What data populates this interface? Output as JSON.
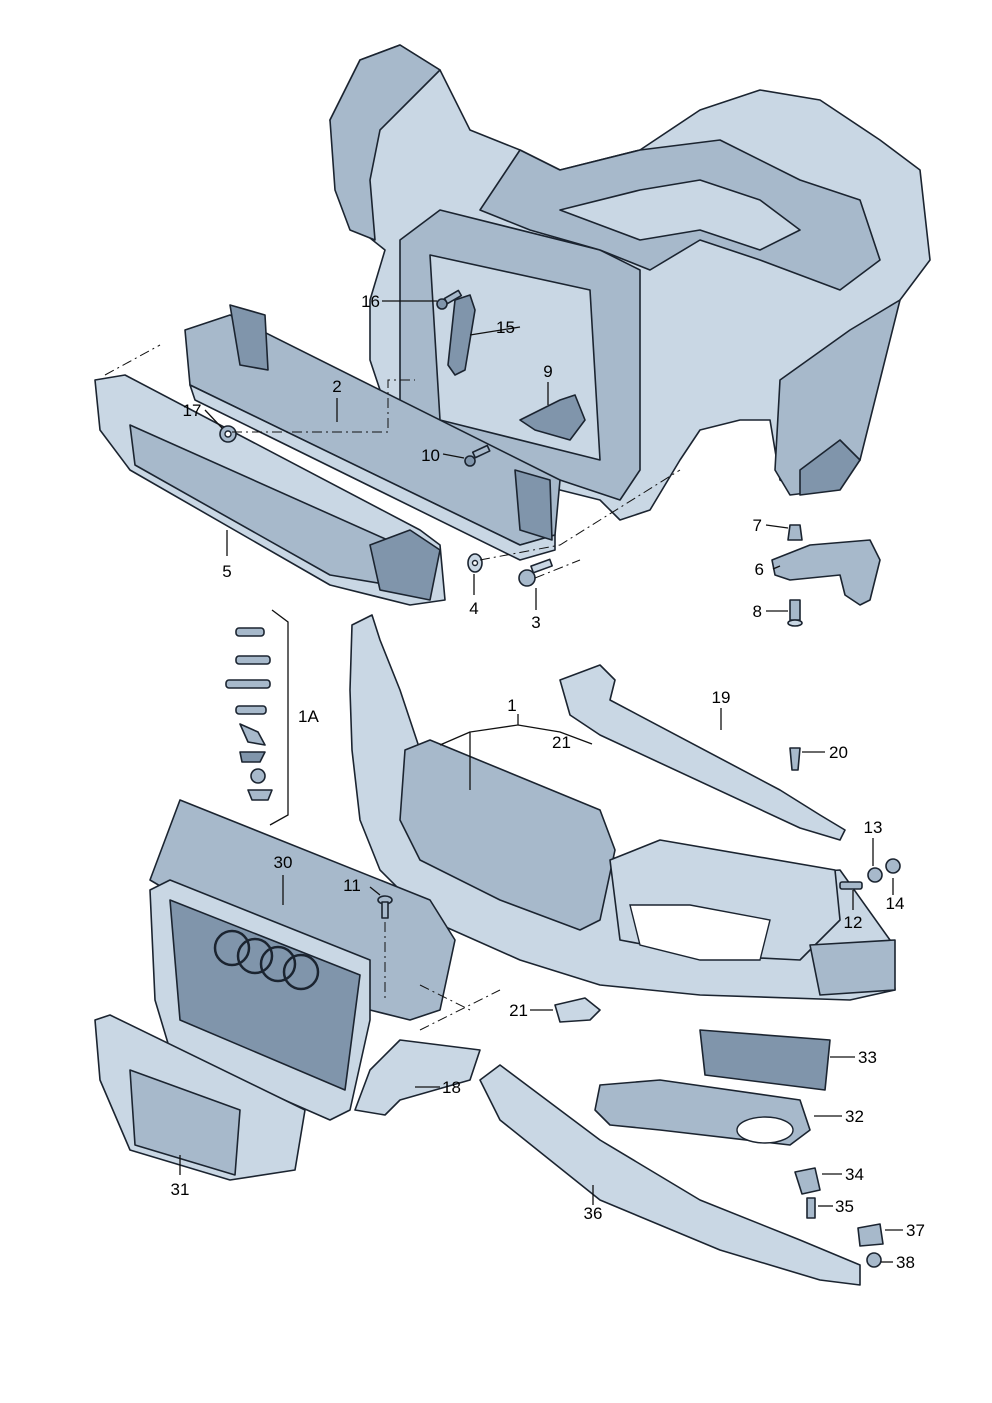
{
  "diagram": {
    "callouts": [
      {
        "id": "c1",
        "text": "1"
      },
      {
        "id": "c1a",
        "text": "1A"
      },
      {
        "id": "c2",
        "text": "2"
      },
      {
        "id": "c3",
        "text": "3"
      },
      {
        "id": "c4",
        "text": "4"
      },
      {
        "id": "c5",
        "text": "5"
      },
      {
        "id": "c6",
        "text": "6"
      },
      {
        "id": "c7",
        "text": "7"
      },
      {
        "id": "c8",
        "text": "8"
      },
      {
        "id": "c9",
        "text": "9"
      },
      {
        "id": "c10",
        "text": "10"
      },
      {
        "id": "c11",
        "text": "11"
      },
      {
        "id": "c12",
        "text": "12"
      },
      {
        "id": "c13",
        "text": "13"
      },
      {
        "id": "c14",
        "text": "14"
      },
      {
        "id": "c15",
        "text": "15"
      },
      {
        "id": "c16",
        "text": "16"
      },
      {
        "id": "c17",
        "text": "17"
      },
      {
        "id": "c18",
        "text": "18"
      },
      {
        "id": "c19",
        "text": "19"
      },
      {
        "id": "c20",
        "text": "20"
      },
      {
        "id": "c21a",
        "text": "21"
      },
      {
        "id": "c21b",
        "text": "21"
      },
      {
        "id": "c30",
        "text": "30"
      },
      {
        "id": "c31",
        "text": "31"
      },
      {
        "id": "c32",
        "text": "32"
      },
      {
        "id": "c33",
        "text": "33"
      },
      {
        "id": "c34",
        "text": "34"
      },
      {
        "id": "c35",
        "text": "35"
      },
      {
        "id": "c36",
        "text": "36"
      },
      {
        "id": "c37",
        "text": "37"
      },
      {
        "id": "c38",
        "text": "38"
      }
    ],
    "colors": {
      "part_light": "#c9d7e4",
      "part_mid": "#a7b9cb",
      "part_dark": "#8095ab",
      "outline": "#1b2430"
    }
  }
}
